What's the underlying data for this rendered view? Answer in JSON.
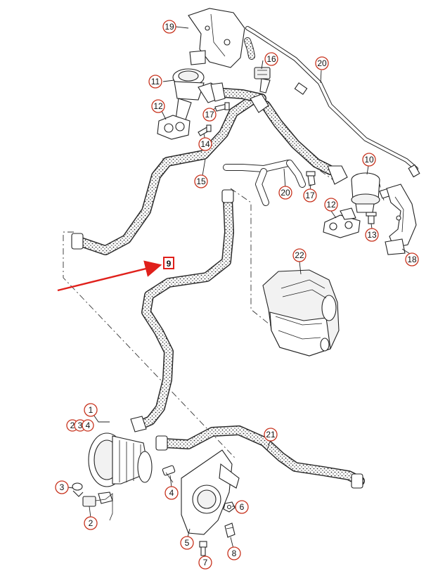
{
  "callouts": [
    {
      "id": "c-19",
      "label": "19"
    },
    {
      "id": "c-16",
      "label": "16"
    },
    {
      "id": "c-20a",
      "label": "20"
    },
    {
      "id": "c-11",
      "label": "11"
    },
    {
      "id": "c-12a",
      "label": "12"
    },
    {
      "id": "c-17a",
      "label": "17"
    },
    {
      "id": "c-14",
      "label": "14"
    },
    {
      "id": "c-15",
      "label": "15"
    },
    {
      "id": "c-10",
      "label": "10"
    },
    {
      "id": "c-20b",
      "label": "20"
    },
    {
      "id": "c-17b",
      "label": "17"
    },
    {
      "id": "c-12b",
      "label": "12"
    },
    {
      "id": "c-13",
      "label": "13"
    },
    {
      "id": "c-18",
      "label": "18"
    },
    {
      "id": "c-22",
      "label": "22"
    },
    {
      "id": "c-1",
      "label": "1"
    },
    {
      "id": "c-2a",
      "label": "2"
    },
    {
      "id": "c-3a",
      "label": "3"
    },
    {
      "id": "c-4a",
      "label": "4"
    },
    {
      "id": "c-21",
      "label": "21"
    },
    {
      "id": "c-3b",
      "label": "3"
    },
    {
      "id": "c-4b",
      "label": "4"
    },
    {
      "id": "c-6",
      "label": "6"
    },
    {
      "id": "c-2b",
      "label": "2"
    },
    {
      "id": "c-5",
      "label": "5"
    },
    {
      "id": "c-8",
      "label": "8"
    },
    {
      "id": "c-7",
      "label": "7"
    }
  ],
  "highlight": {
    "label": "9",
    "color": "#e0201b"
  },
  "colors": {
    "callout_ring": "#c8341f",
    "arrow": "#e0201b",
    "line": "#222222"
  }
}
